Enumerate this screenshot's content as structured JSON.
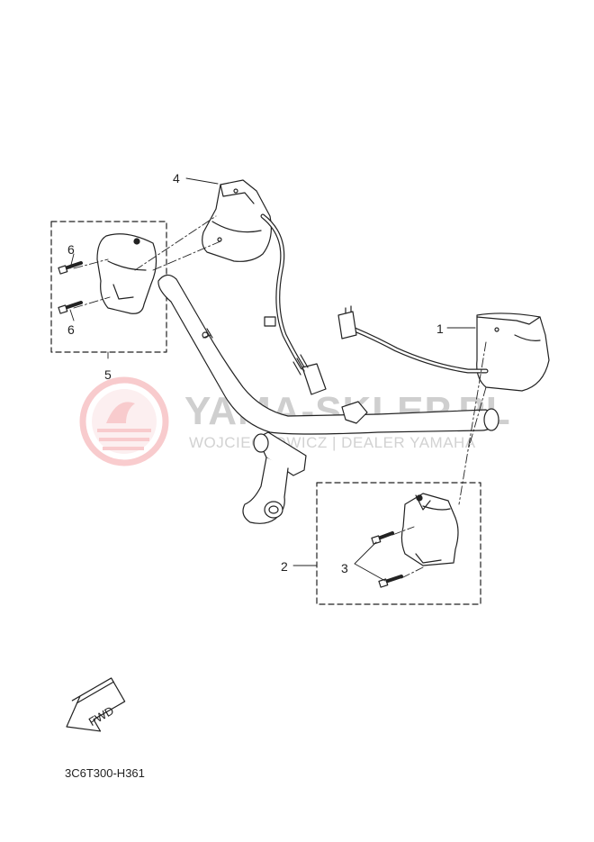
{
  "diagram": {
    "callouts": [
      {
        "id": "1",
        "label": "1"
      },
      {
        "id": "2",
        "label": "2"
      },
      {
        "id": "3",
        "label": "3"
      },
      {
        "id": "4",
        "label": "4"
      },
      {
        "id": "5",
        "label": "5"
      },
      {
        "id": "6a",
        "label": "6"
      },
      {
        "id": "6b",
        "label": "6"
      }
    ],
    "fwd_label": "FWD",
    "drawing_code": "3C6T300-H361"
  },
  "watermark": {
    "title": "YAMA-SKLEP.PL",
    "subtitle": "WOJCIECHOWICZ | DEALER YAMAHA",
    "accent_color": "#e8494f"
  },
  "colors": {
    "line": "#222222",
    "part_fill": "#ffffff",
    "part_shade": "#d8d8d8"
  }
}
